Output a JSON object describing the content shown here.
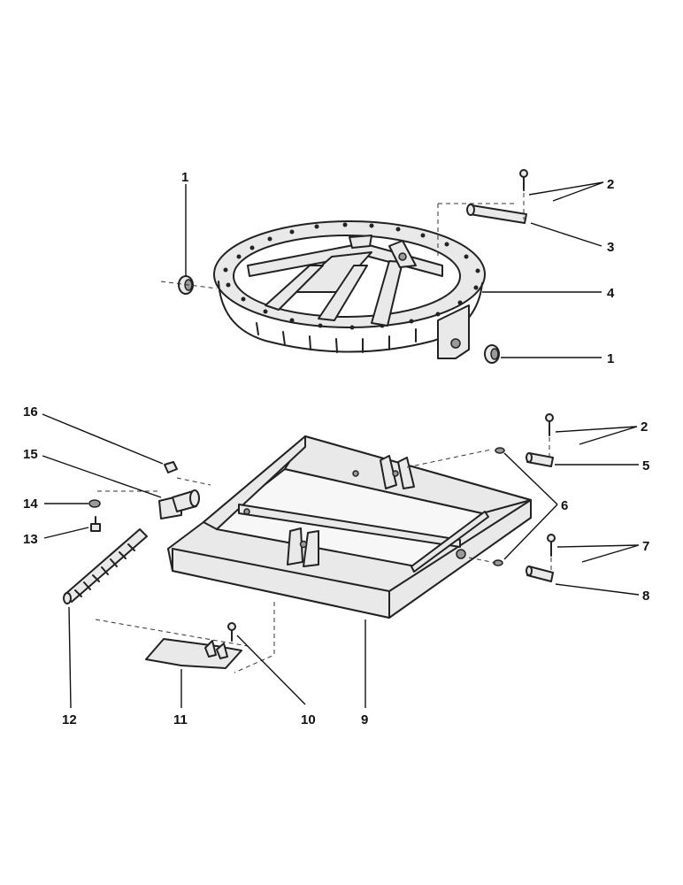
{
  "callouts": [
    {
      "id": "c1a",
      "text": "1"
    },
    {
      "id": "c2a",
      "text": "2"
    },
    {
      "id": "c3",
      "text": "3"
    },
    {
      "id": "c4",
      "text": "4"
    },
    {
      "id": "c1b",
      "text": "1"
    },
    {
      "id": "c16",
      "text": "16"
    },
    {
      "id": "c2b",
      "text": "2"
    },
    {
      "id": "c15",
      "text": "15"
    },
    {
      "id": "c5",
      "text": "5"
    },
    {
      "id": "c6",
      "text": "6"
    },
    {
      "id": "c14",
      "text": "14"
    },
    {
      "id": "c13",
      "text": "13"
    },
    {
      "id": "c7",
      "text": "7"
    },
    {
      "id": "c8",
      "text": "8"
    },
    {
      "id": "c12",
      "text": "12"
    },
    {
      "id": "c11",
      "text": "11"
    },
    {
      "id": "c10",
      "text": "10"
    },
    {
      "id": "c9",
      "text": "9"
    }
  ]
}
